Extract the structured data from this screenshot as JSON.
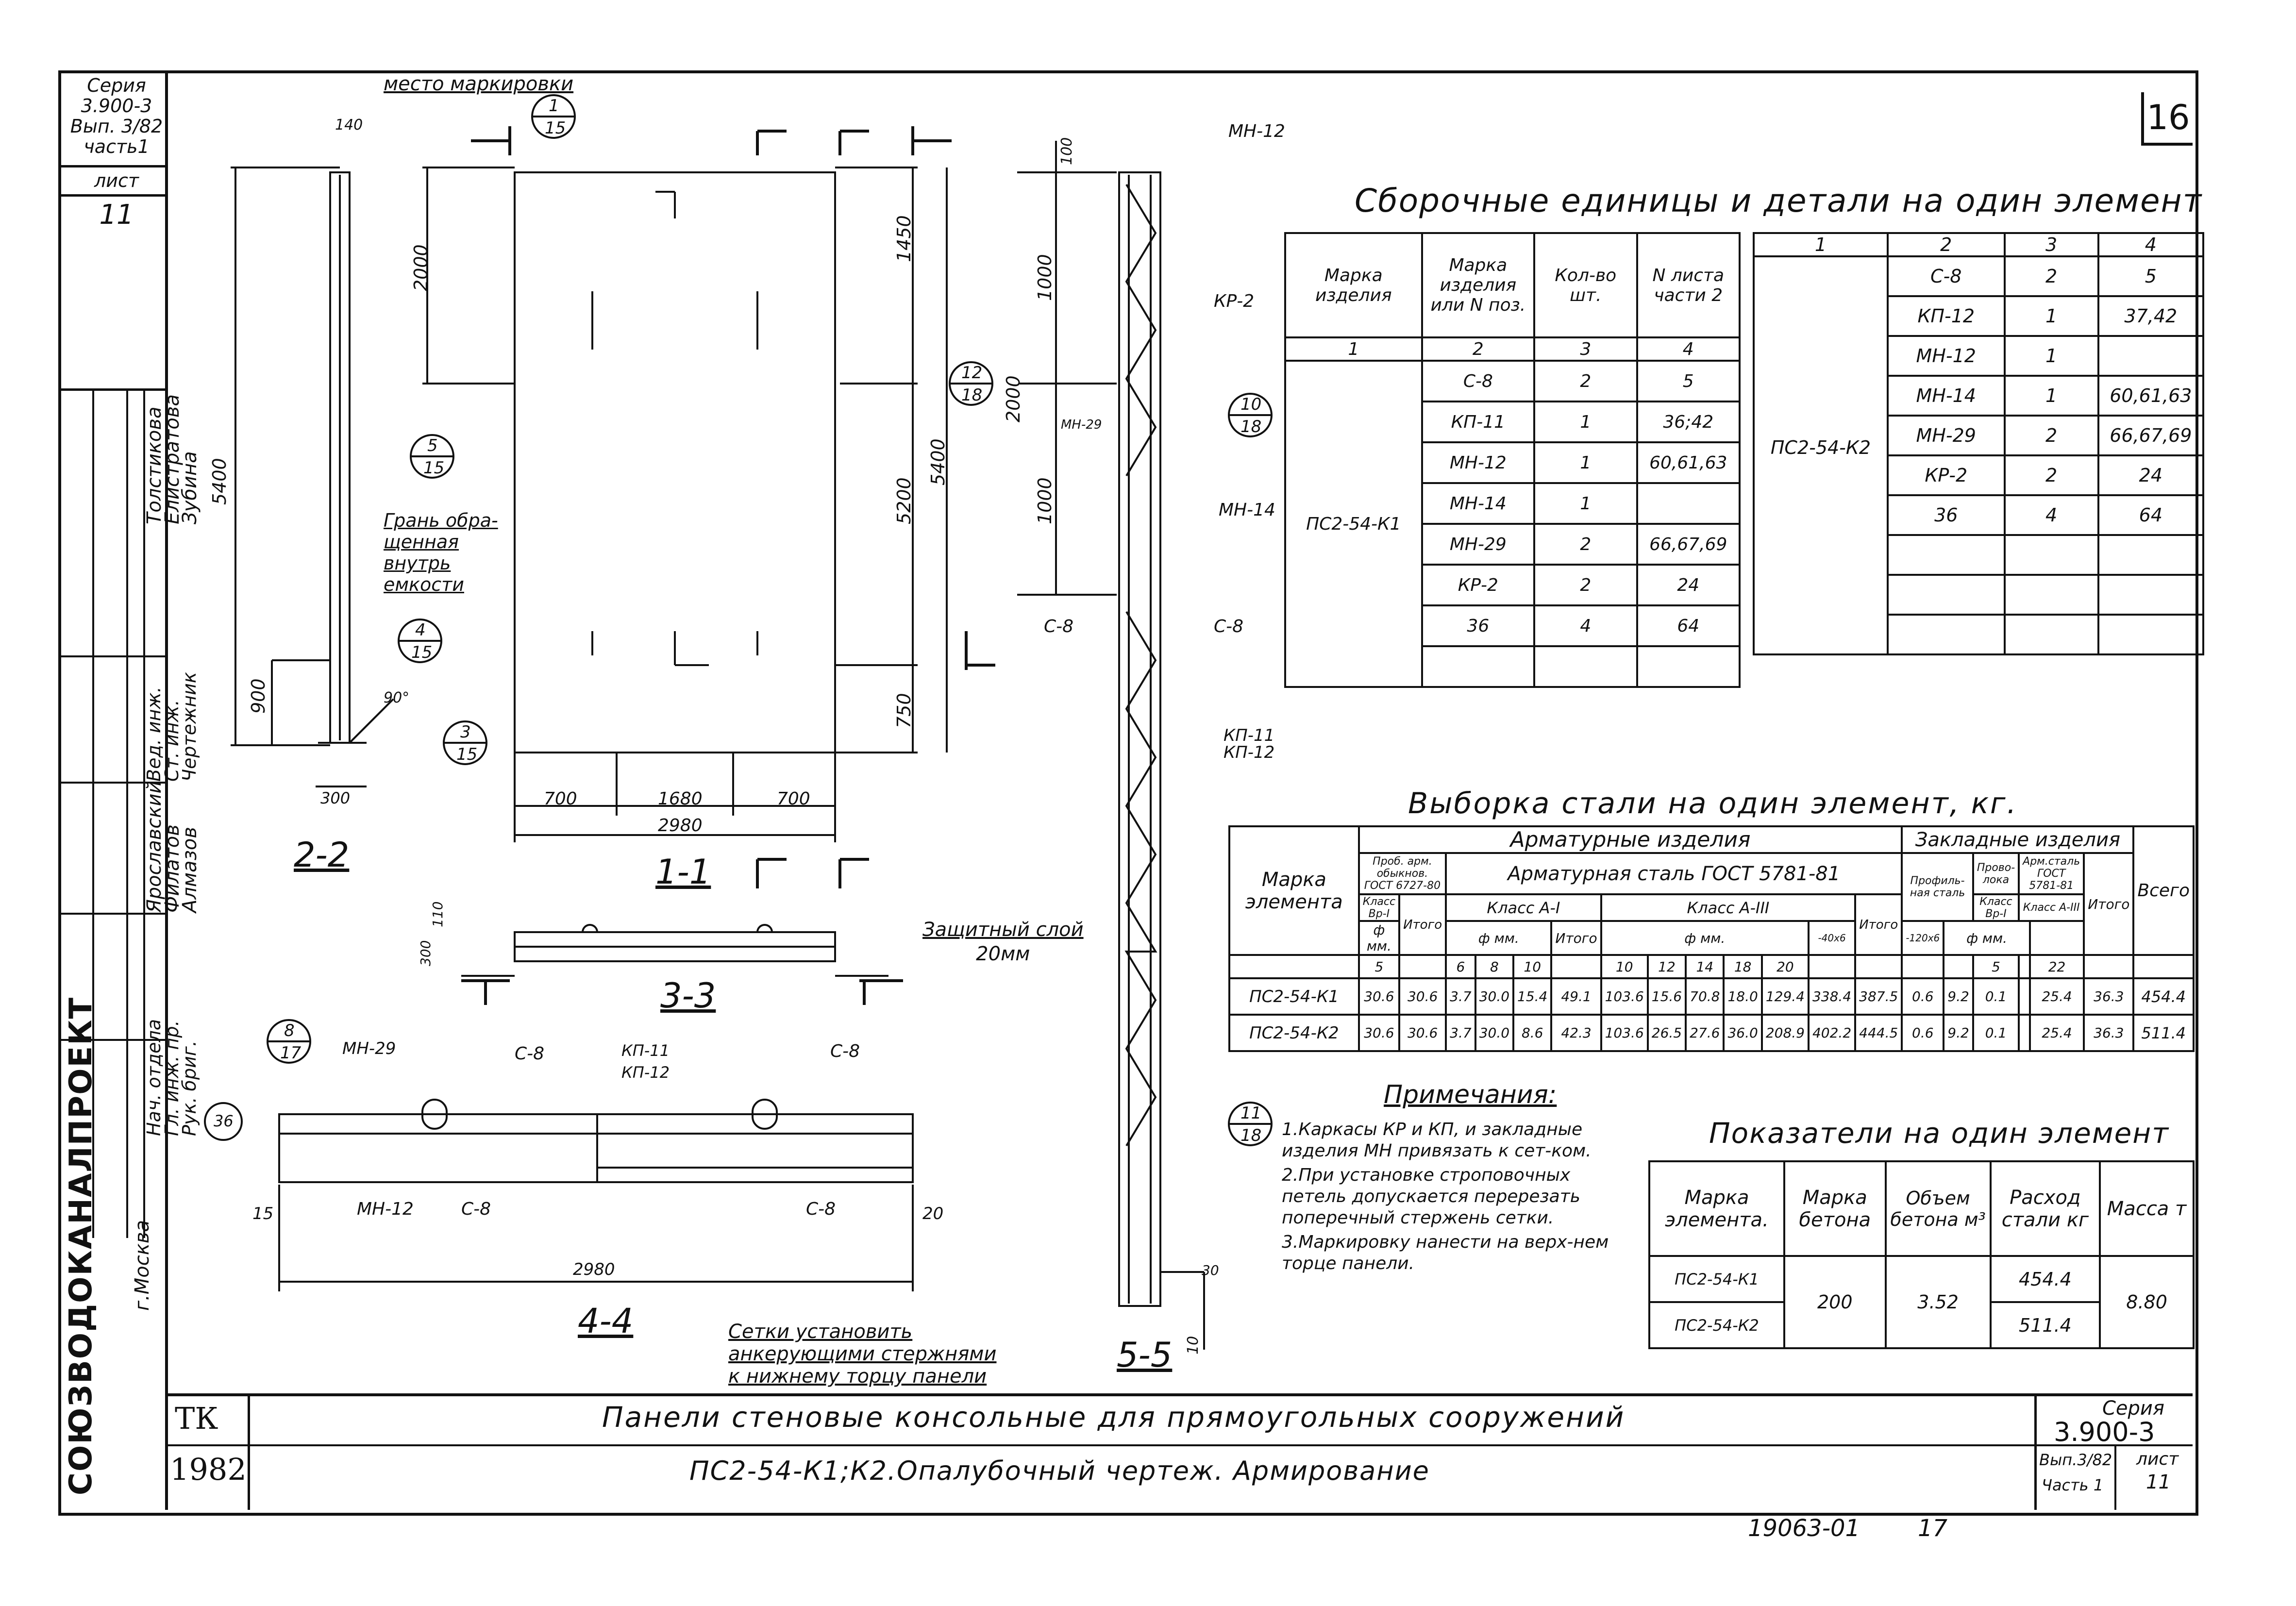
{
  "sheet": {
    "corner_number": "16",
    "series_block": [
      "Серия",
      "3.900-3",
      "Вып. 3/82",
      "часть1"
    ],
    "list_label": "лист",
    "list_number": "11",
    "org_vertical": "СОЮЗВОДОКАНАЛПРОЕКТ",
    "city_vertical": "г.Москва",
    "staff": [
      {
        "role": "Нач. отдела",
        "name": "Ярославский"
      },
      {
        "role": "Гл. инж. пр.",
        "name": "Филатов"
      },
      {
        "role": "Рук. бриг.",
        "name": "Алмазов"
      },
      {
        "role": "Вед. инж.",
        "name": "Толстикова"
      },
      {
        "role": "Ст. инж.",
        "name": "Елистратова"
      },
      {
        "role": "Чертежник",
        "name": "Зубина"
      }
    ],
    "tk_label": "ТК",
    "year": "1982",
    "title_main": "Панели стеновые консольные для прямоугольных сооружений",
    "title_sub": "ПС2-54-К1;К2.Опалубочный чертеж. Армирование",
    "stamp_series_label": "Серия",
    "stamp_series": "3.900-3",
    "stamp_vyp": "Вып.3/82",
    "stamp_part": "Часть 1",
    "stamp_list_label": "лист",
    "stamp_list": "11",
    "footer_code": "19063-01",
    "footer_page": "17"
  },
  "drawings": {
    "section_labels": [
      "2-2",
      "1-1",
      "3-3",
      "4-4",
      "5-5"
    ],
    "marking_place": "место маркировки",
    "face_note": [
      "Грань обра-",
      "щенная",
      "внутрь",
      "емкости"
    ],
    "protective_layer": [
      "Защитный слой",
      "20мм"
    ],
    "mesh_note": [
      "Сетки установить",
      "анкерующими стержнями",
      "к нижнему торцу панели"
    ],
    "callouts": [
      {
        "top": "1",
        "bottom": "15"
      },
      {
        "top": "5",
        "bottom": "15"
      },
      {
        "top": "4",
        "bottom": "15"
      },
      {
        "top": "3",
        "bottom": "15"
      },
      {
        "top": "12",
        "bottom": "18"
      },
      {
        "top": "10",
        "bottom": "18"
      },
      {
        "top": "11",
        "bottom": "18"
      },
      {
        "top": "8",
        "bottom": "17"
      }
    ],
    "dims": [
      "140",
      "5400",
      "900",
      "300",
      "90°",
      "2000",
      "1450",
      "5200",
      "5400",
      "750",
      "700",
      "1680",
      "700",
      "2980",
      "100",
      "1000",
      "2000",
      "1000",
      "110",
      "300",
      "15",
      "20",
      "2980",
      "10",
      "30"
    ],
    "part_labels": [
      "МН-12",
      "КР-2",
      "МН-29",
      "МН-14",
      "С-8",
      "С-8",
      "КП-11",
      "КП-12",
      "МН-29",
      "С-8",
      "КП-11",
      "КП-12",
      "С-8",
      "МН-12",
      "С-8",
      "С-8",
      "36"
    ]
  },
  "assembly_title": "Сборочные единицы и детали на один элемент",
  "assembly_headers": [
    "Марка изделия",
    "Марка изделия или N поз.",
    "Кол-во шт.",
    "N листа части 2"
  ],
  "assembly_colnums": [
    "1",
    "2",
    "3",
    "4"
  ],
  "assembly_k1": {
    "mark": "ПС2-54-К1",
    "rows": [
      [
        "С-8",
        "2",
        "5"
      ],
      [
        "КП-11",
        "1",
        "36;42"
      ],
      [
        "МН-12",
        "1",
        "60,61,63"
      ],
      [
        "МН-14",
        "1",
        ""
      ],
      [
        "МН-29",
        "2",
        "66,67,69"
      ],
      [
        "КР-2",
        "2",
        "24"
      ],
      [
        "36",
        "4",
        "64"
      ],
      [
        "",
        "",
        ""
      ]
    ]
  },
  "assembly_k2": {
    "mark": "ПС2-54-К2",
    "rows": [
      [
        "С-8",
        "2",
        "5"
      ],
      [
        "КП-12",
        "1",
        "37,42"
      ],
      [
        "МН-12",
        "1",
        ""
      ],
      [
        "МН-14",
        "1",
        "60,61,63"
      ],
      [
        "МН-29",
        "2",
        "66,67,69"
      ],
      [
        "КР-2",
        "2",
        "24"
      ],
      [
        "36",
        "4",
        "64"
      ],
      [
        "",
        "",
        ""
      ],
      [
        "",
        "",
        ""
      ],
      [
        "",
        "",
        ""
      ]
    ]
  },
  "steel_title": "Выборка стали на один элемент, кг.",
  "steel_headers": {
    "mark": "Марка элемента",
    "armature": "Арматурные изделия",
    "embedded": "Закладные изделия",
    "total": "Всего",
    "wire": "Проб. арм. обыкнов. ГОСТ 6727-80",
    "wire_class": "Класс Вр-I",
    "steel": "Арматурная сталь ГОСТ 5781-81",
    "classAI": "Класс А-I",
    "classAIII": "Класс А-III",
    "profile": "Профиль-ная сталь",
    "wire2": "Прово-лока",
    "armsteel2": "Арм.сталь ГОСТ 5781-81",
    "class2a": "Класс Вр-I",
    "class2b": "Класс А-III",
    "phi": "ф мм.",
    "itogo": "Итого",
    "diam": [
      "5",
      "",
      "6",
      "8",
      "10",
      "",
      "10",
      "12",
      "14",
      "18",
      "20",
      "",
      "",
      "-40x6",
      "-120x6",
      "5",
      "",
      "22",
      "",
      "",
      ""
    ]
  },
  "steel_rows": [
    [
      "ПС2-54-К1",
      "30.6",
      "30.6",
      "3.7",
      "30.0",
      "15.4",
      "49.1",
      "103.6",
      "15.6",
      "70.8",
      "18.0",
      "129.4",
      "338.4",
      "387.5",
      "0.6",
      "9.2",
      "0.1",
      "",
      "25.4",
      "",
      "36.3",
      "454.4"
    ],
    [
      "ПС2-54-К2",
      "30.6",
      "30.6",
      "3.7",
      "30.0",
      "8.6",
      "42.3",
      "103.6",
      "26.5",
      "27.6",
      "36.0",
      "208.9",
      "402.2",
      "444.5",
      "0.6",
      "9.2",
      "0.1",
      "",
      "25.4",
      "",
      "36.3",
      "511.4"
    ]
  ],
  "notes_title": "Примечания:",
  "notes": [
    "1.Каркасы КР и КП, и закладные изделия МН привязать к сет-ком.",
    "2.При установке строповочных петель допускается перерезать поперечный стержень сетки.",
    "3.Маркировку нанести на верх-нем торце панели."
  ],
  "indicators_title": "Показатели на один элемент",
  "indicators_headers": [
    "Марка элемента.",
    "Марка бетона",
    "Объем бетона м³",
    "Расход стали кг",
    "Масса т"
  ],
  "indicators_rows": [
    {
      "mark": "ПС2-54-К1",
      "steel": "454.4"
    },
    {
      "mark": "ПС2-54-К2",
      "steel": "511.4"
    }
  ],
  "indicators_shared": {
    "concrete": "200",
    "volume": "3.52",
    "mass": "8.80"
  }
}
